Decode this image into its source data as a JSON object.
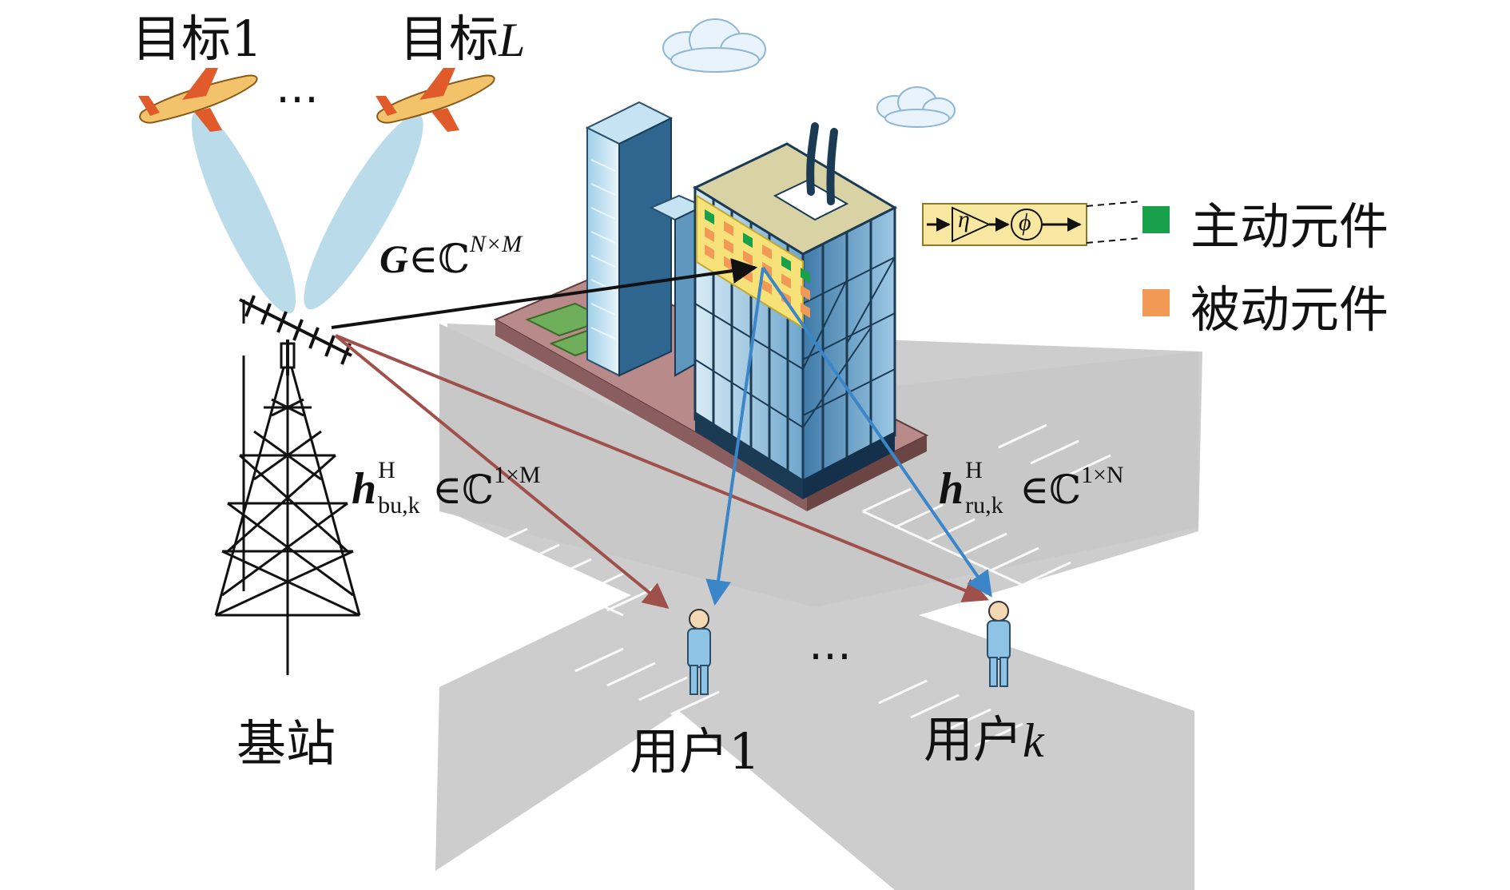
{
  "targets": {
    "first_label": "目标1",
    "last_label_prefix": "目标",
    "last_label_var": "L",
    "ellipsis": "…"
  },
  "base_station": {
    "label": "基站"
  },
  "users": {
    "first_label": "用户1",
    "last_label_prefix": "用户",
    "last_label_var": "k",
    "ellipsis": "…"
  },
  "channels": {
    "bs_to_ris": {
      "symbol": "G",
      "set": "∈ℂ",
      "dims": "N×M"
    },
    "bs_to_user": {
      "symbol": "h",
      "sup": "H",
      "sub": "bu,k",
      "set": "∈ℂ",
      "dims": "1×M"
    },
    "ris_to_user": {
      "symbol": "h",
      "sup": "H",
      "sub": "ru,k",
      "set": "∈ℂ",
      "dims": "1×N"
    }
  },
  "active_element_circuit": {
    "amp_symbol": "η",
    "phase_symbol": "ϕ"
  },
  "legend": {
    "active": {
      "label": "主动元件",
      "color": "#18a04a"
    },
    "passive": {
      "label": "被动元件",
      "color": "#f29a55"
    }
  },
  "colors": {
    "bs_ris_link": "#111111",
    "bs_user_link": "#a0504a",
    "ris_user_link": "#3a86c8",
    "beam": "#aed6e6",
    "road": "#cdcdcd"
  },
  "icons": [
    "airplane-icon",
    "cloud-icon",
    "tower-icon",
    "building-icon",
    "user-icon",
    "antenna-icon"
  ]
}
